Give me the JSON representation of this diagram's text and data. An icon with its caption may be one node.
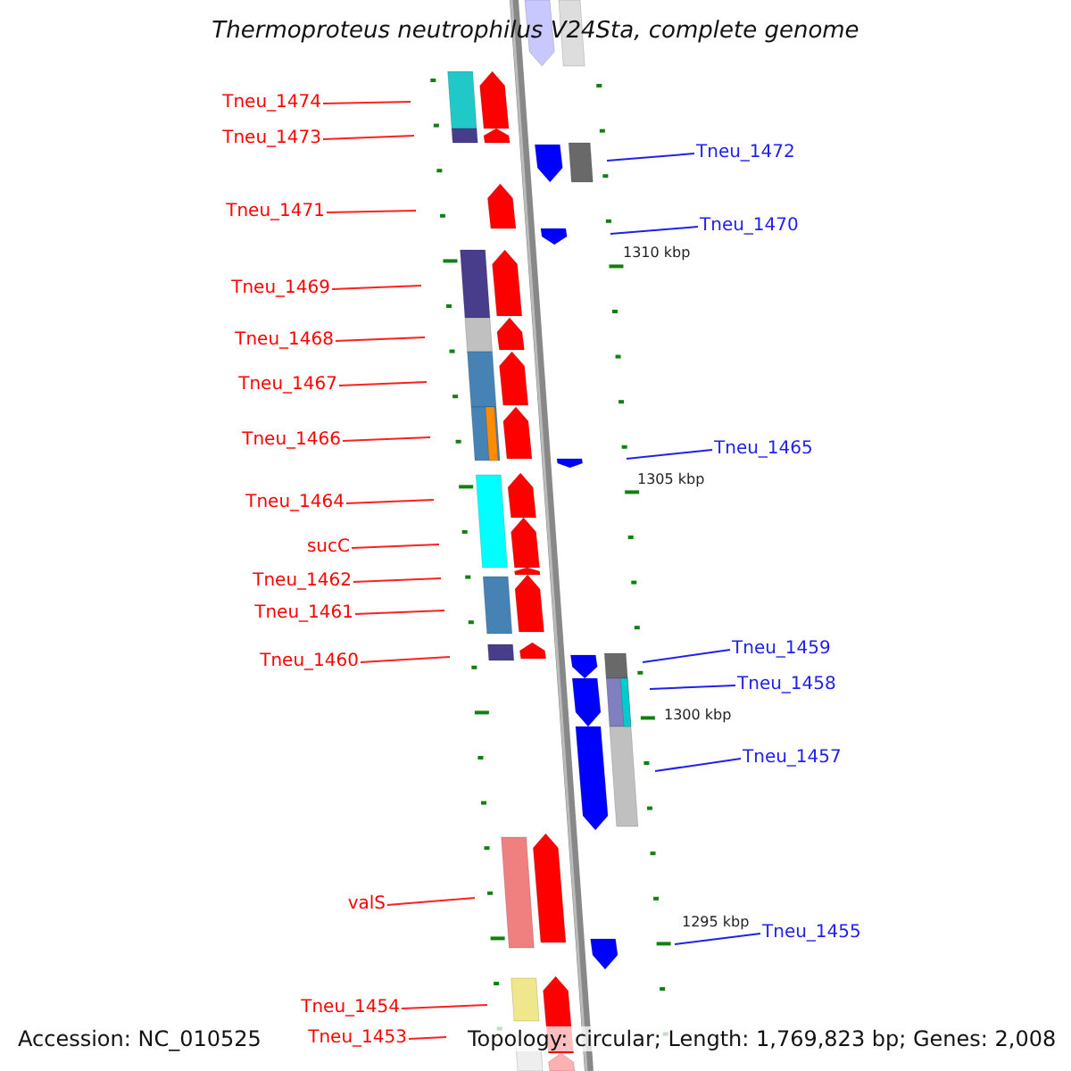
{
  "diagram": {
    "title": "Thermoproteus neutrophilus V24Sta, complete genome",
    "nodes": [
      {
        "text": [
          "Tneu_1474"
        ]
      },
      {
        "text": [
          "Tneu_1473"
        ]
      },
      {
        "text": [
          "Tneu_1472"
        ]
      },
      {
        "text": [
          "Tneu_1471"
        ]
      },
      {
        "text": [
          "Tneu_1470"
        ]
      },
      {
        "text": [
          "Tneu_1469"
        ]
      },
      {
        "text": [
          "Tneu_1468"
        ]
      },
      {
        "text": [
          "Tneu_1467"
        ]
      },
      {
        "text": [
          "Tneu_1466"
        ]
      },
      {
        "text": [
          "Tneu_1465"
        ]
      },
      {
        "text": [
          "Tneu_1464"
        ]
      },
      {
        "text": [
          "sucC"
        ]
      },
      {
        "text": [
          "Tneu_1462"
        ]
      },
      {
        "text": [
          "Tneu_1461"
        ]
      },
      {
        "text": [
          "Tneu_1459"
        ]
      },
      {
        "text": [
          "Tneu_1460"
        ]
      },
      {
        "text": [
          "Tneu_1458"
        ]
      },
      {
        "text": [
          "Tneu_1457"
        ]
      },
      {
        "text": [
          "valS"
        ]
      },
      {
        "text": [
          "Tneu_1455"
        ]
      },
      {
        "text": [
          "Tneu_1454"
        ]
      },
      {
        "text": [
          "Tneu_1453"
        ]
      }
    ],
    "edges": [
      {
        "from": 0,
        "to": null,
        "arrow": "none"
      },
      {
        "from": 1,
        "to": null,
        "arrow": "none"
      },
      {
        "from": 2,
        "to": null,
        "arrow": "none",
        "color": "#2020ee"
      },
      {
        "from": 3,
        "to": null,
        "arrow": "none"
      },
      {
        "from": 4,
        "to": null,
        "arrow": "none",
        "color": "#2020ee"
      },
      {
        "from": 5,
        "to": null,
        "arrow": "none"
      },
      {
        "from": 6,
        "to": null,
        "arrow": "none"
      },
      {
        "from": 7,
        "to": null,
        "arrow": "none"
      },
      {
        "from": 8,
        "to": null,
        "arrow": "none"
      },
      {
        "from": 9,
        "to": null,
        "arrow": "none",
        "color": "#2020ee"
      },
      {
        "from": 10,
        "to": null,
        "arrow": "none"
      },
      {
        "from": 11,
        "to": null,
        "arrow": "none"
      },
      {
        "from": 12,
        "to": null,
        "arrow": "none"
      },
      {
        "from": 13,
        "to": null,
        "arrow": "none"
      },
      {
        "from": 14,
        "to": null,
        "arrow": "none",
        "color": "#2020ee"
      },
      {
        "from": 15,
        "to": null,
        "arrow": "none"
      },
      {
        "from": 16,
        "to": null,
        "arrow": "none",
        "color": "#2020ee"
      },
      {
        "from": 17,
        "to": null,
        "arrow": "none",
        "color": "#2020ee"
      },
      {
        "from": 18,
        "to": null,
        "arrow": "none"
      },
      {
        "from": 19,
        "to": null,
        "arrow": "none",
        "color": "#2020ee"
      },
      {
        "from": 20,
        "to": null,
        "arrow": "none"
      },
      {
        "from": 21,
        "to": null,
        "arrow": "none"
      }
    ],
    "labels": [
      "1310 kbp",
      "1305 kbp",
      "1300 kbp",
      "1295 kbp",
      "Accession: NC_010525",
      "Topology: circular; Length: 1,769,823 bp; Genes: 2,008"
    ]
  }
}
